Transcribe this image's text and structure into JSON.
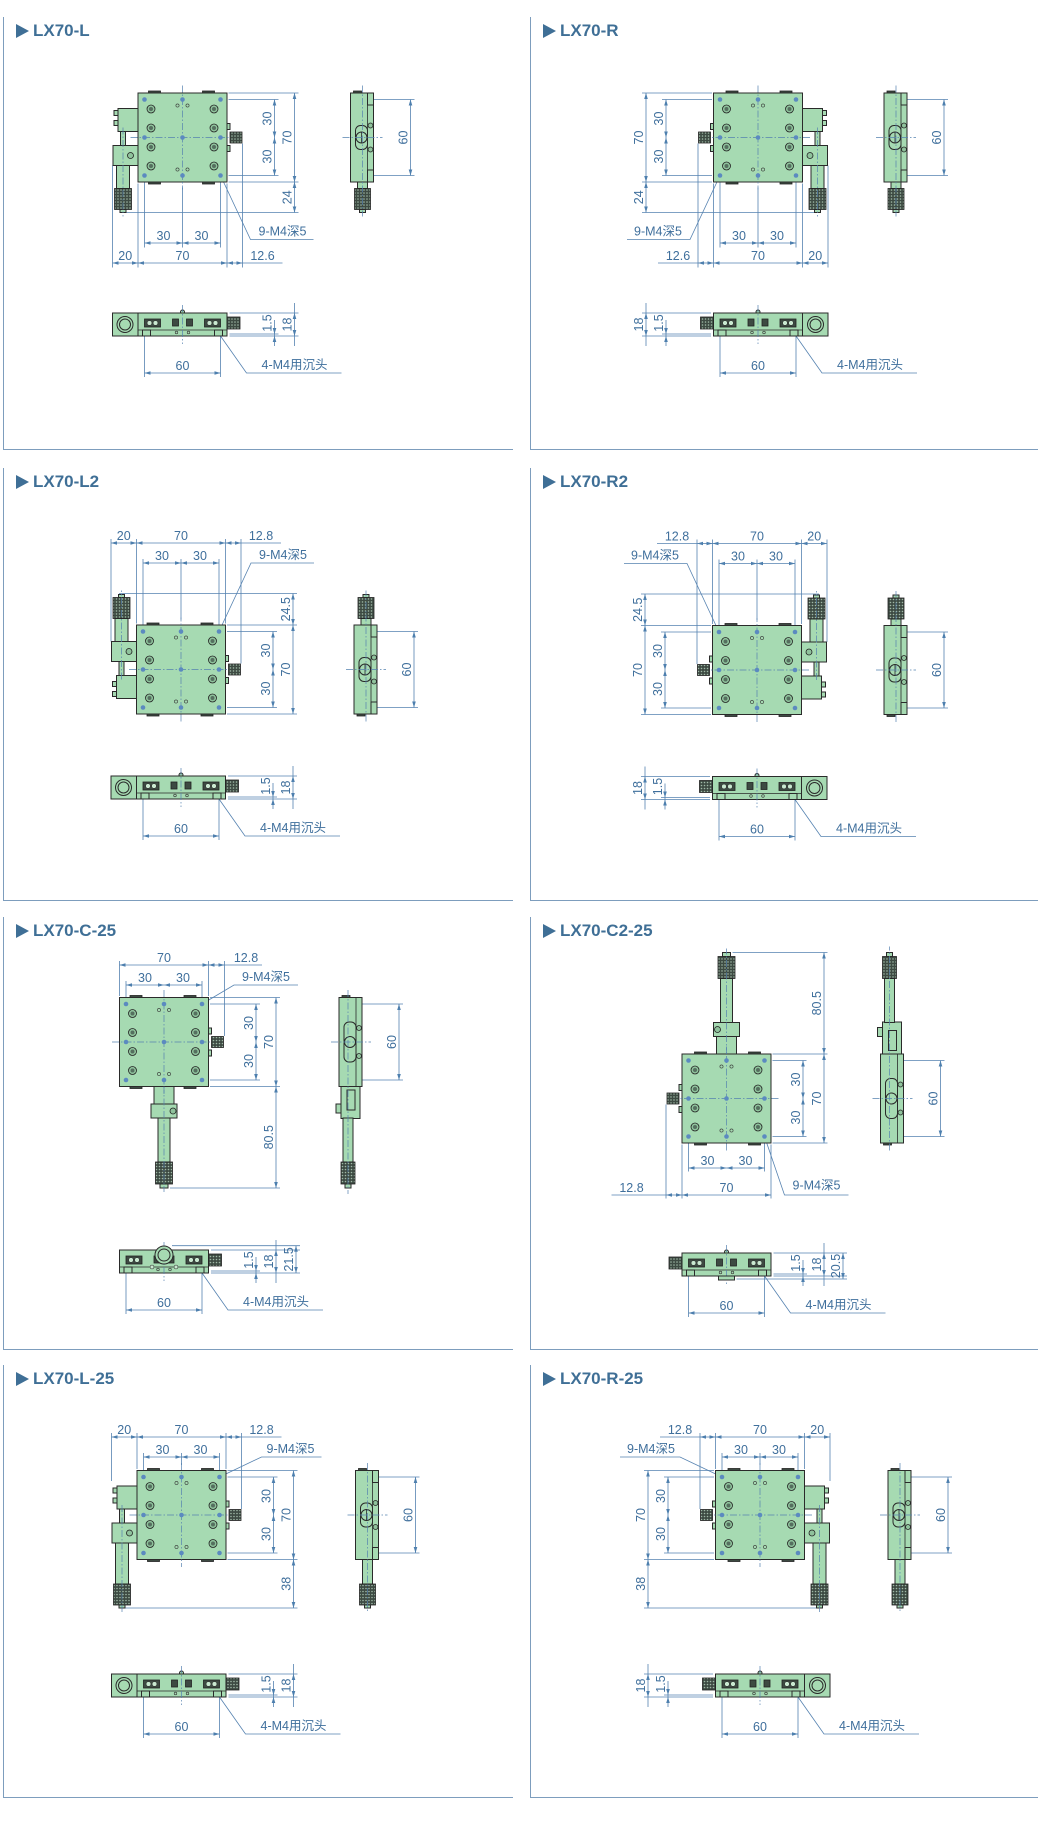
{
  "panels": [
    {
      "title": "LX70-L",
      "top": {
        "w": "70",
        "p1": "30",
        "p2": "30",
        "q1": "30",
        "q2": "30",
        "h": "70",
        "ext": "24",
        "side": "20",
        "lock": "12.6",
        "note": "9-M4深5"
      },
      "side": {
        "pitch": "60"
      },
      "front": {
        "gap": "1.5",
        "ht": "18",
        "pitch": "60",
        "note": "4-M4用沉头"
      }
    },
    {
      "title": "LX70-R",
      "top": {
        "w": "70",
        "p1": "30",
        "p2": "30",
        "q1": "30",
        "q2": "30",
        "h": "70",
        "ext": "24",
        "side": "20",
        "lock": "12.6",
        "note": "9-M4深5"
      },
      "side": {
        "pitch": "60"
      },
      "front": {
        "gap": "1.5",
        "ht": "18",
        "pitch": "60",
        "note": "4-M4用沉头"
      }
    },
    {
      "title": "LX70-L2",
      "top": {
        "w": "70",
        "p1": "30",
        "p2": "30",
        "q1": "30",
        "q2": "30",
        "h": "70",
        "ext": "24.5",
        "side": "20",
        "lock": "12.8",
        "note": "9-M4深5"
      },
      "side": {
        "pitch": "60"
      },
      "front": {
        "gap": "1.5",
        "ht": "18",
        "pitch": "60",
        "note": "4-M4用沉头"
      }
    },
    {
      "title": "LX70-R2",
      "top": {
        "w": "70",
        "p1": "30",
        "p2": "30",
        "q1": "30",
        "q2": "30",
        "h": "70",
        "ext": "24.5",
        "side": "20",
        "lock": "12.8",
        "note": "9-M4深5"
      },
      "side": {
        "pitch": "60"
      },
      "front": {
        "gap": "1.5",
        "ht": "18",
        "pitch": "60",
        "note": "4-M4用沉头"
      }
    },
    {
      "title": "LX70-C-25",
      "top": {
        "w": "70",
        "p1": "30",
        "p2": "30",
        "q1": "30",
        "q2": "30",
        "h": "70",
        "ext": "80.5",
        "lock": "12.8",
        "note": "9-M4深5"
      },
      "side": {
        "pitch": "60"
      },
      "front": {
        "gap": "1.5",
        "ht": "18",
        "tot": "21.5",
        "pitch": "60",
        "note": "4-M4用沉头"
      }
    },
    {
      "title": "LX70-C2-25",
      "top": {
        "w": "70",
        "p1": "30",
        "p2": "30",
        "q1": "30",
        "q2": "30",
        "h": "70",
        "ext": "80.5",
        "lock": "12.8",
        "note": "9-M4深5"
      },
      "side": {
        "pitch": "60"
      },
      "front": {
        "gap": "1.5",
        "ht": "18",
        "tot": "20.5",
        "pitch": "60",
        "note": "4-M4用沉头"
      }
    },
    {
      "title": "LX70-L-25",
      "top": {
        "w": "70",
        "p1": "30",
        "p2": "30",
        "q1": "30",
        "q2": "30",
        "h": "70",
        "ext": "38",
        "side": "20",
        "lock": "12.8",
        "note": "9-M4深5"
      },
      "side": {
        "pitch": "60"
      },
      "front": {
        "gap": "1.5",
        "ht": "18",
        "pitch": "60",
        "note": "4-M4用沉头"
      }
    },
    {
      "title": "LX70-R-25",
      "top": {
        "w": "70",
        "p1": "30",
        "p2": "30",
        "q1": "30",
        "q2": "30",
        "h": "70",
        "ext": "38",
        "side": "20",
        "lock": "12.8",
        "note": "9-M4深5"
      },
      "side": {
        "pitch": "60"
      },
      "front": {
        "gap": "1.5",
        "ht": "18",
        "pitch": "60",
        "note": "4-M4用沉头"
      }
    }
  ],
  "colors": {
    "stage_green": "#a6dab2",
    "dimension_blue": "#5582b0",
    "title_blue": "#3f6f96",
    "knob_dark": "#3d4a42"
  }
}
